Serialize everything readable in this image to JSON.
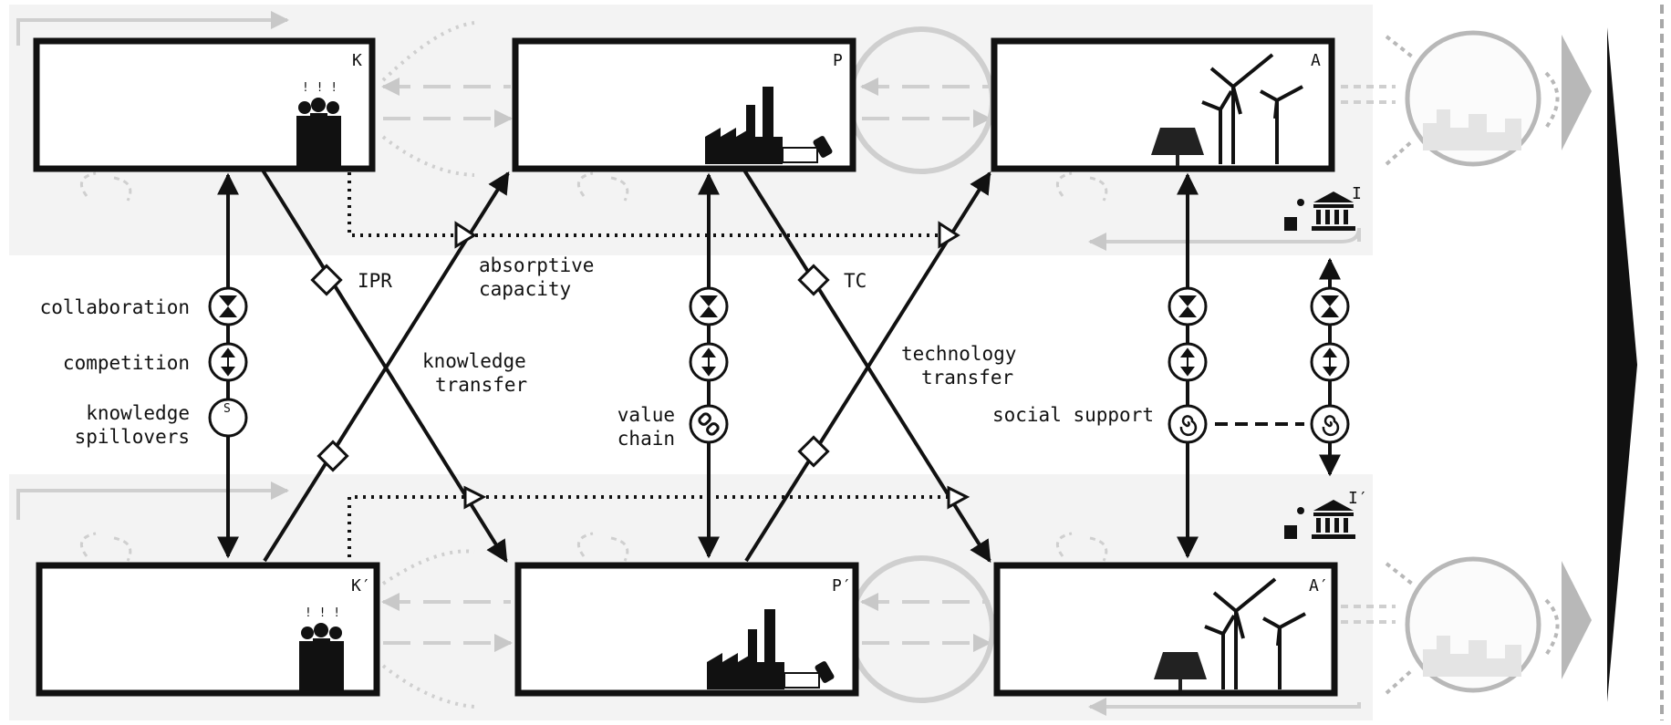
{
  "boxes": {
    "K": "K",
    "P": "P",
    "A": "A",
    "K2": "K′",
    "P2": "P′",
    "A2": "A′",
    "I": "I",
    "I2": "I′"
  },
  "links": {
    "ipr": "IPR",
    "tc": "TC",
    "absorptive_1": "absorptive",
    "absorptive_2": "capacity",
    "knowledge_transfer_1": "knowledge",
    "knowledge_transfer_2": "transfer",
    "technology_transfer_1": "technology",
    "technology_transfer_2": "transfer"
  },
  "legend": {
    "collaboration": "collaboration",
    "competition": "competition",
    "spillovers_1": "knowledge",
    "spillovers_2": "spillovers",
    "spillover_symbol": "S",
    "value_chain_1": "value",
    "value_chain_2": "chain",
    "social_support": "social support"
  },
  "people_marks": "! ! !",
  "icons": [
    "people-icon",
    "factory-icon",
    "solar-panel-icon",
    "wind-turbine-icon",
    "institution-icon",
    "city-circle-icon",
    "hourglass-icon",
    "updown-arrow-icon",
    "spiral-icon",
    "chain-link-icon"
  ],
  "colors": {
    "ink": "#111111",
    "band": "#f3f3f3",
    "faint": "#c8c8c8",
    "faint_dark": "#a8a8a8"
  }
}
